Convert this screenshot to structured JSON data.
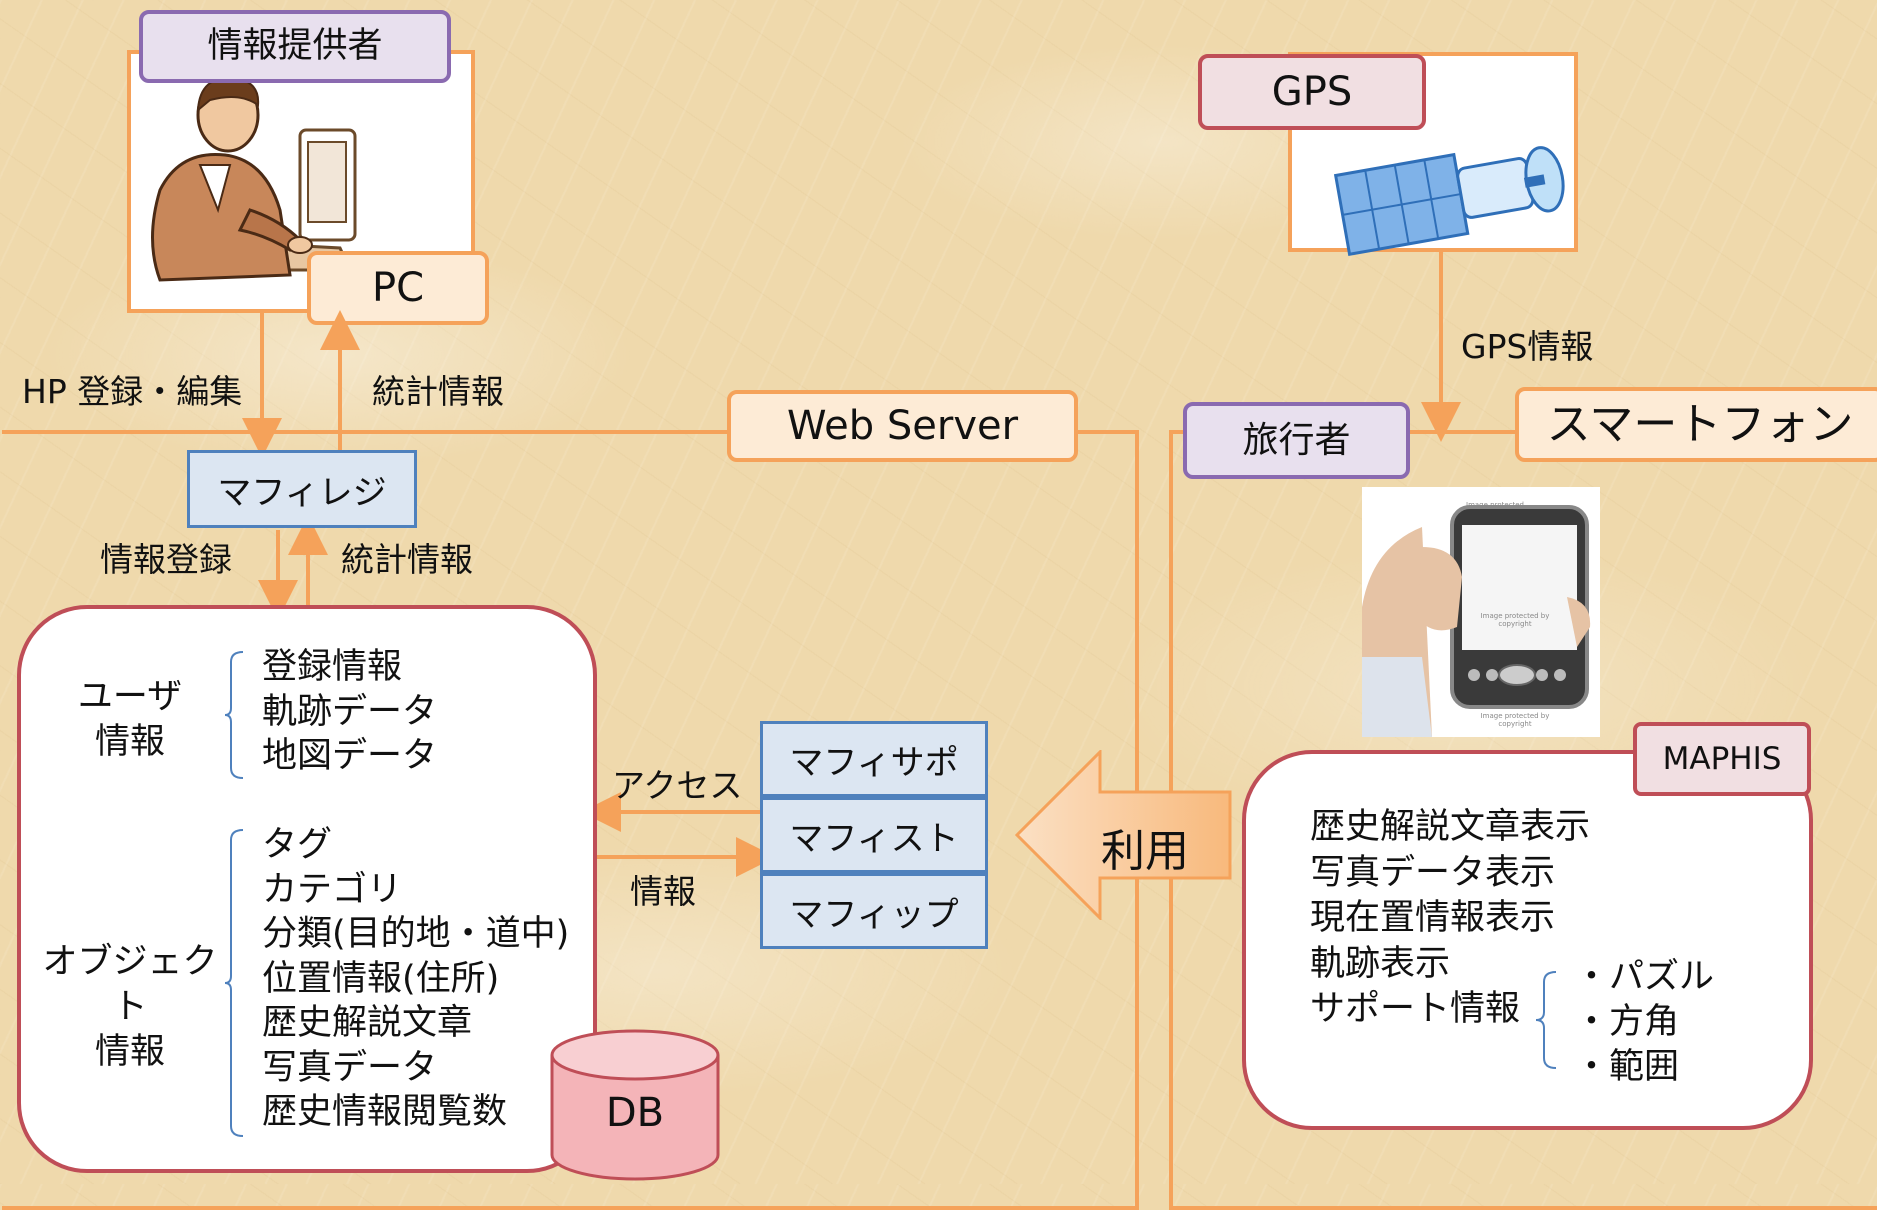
{
  "provider": {
    "title": "情報提供者",
    "pc": "PC"
  },
  "gps": {
    "title": "GPS",
    "info": "GPS情報"
  },
  "flows": {
    "hp_edit": "HP 登録・編集",
    "stats_top": "統計情報",
    "register": "情報登録",
    "stats_mid": "統計情報",
    "access": "アクセス",
    "info": "情報"
  },
  "web_server": {
    "title": "Web Server",
    "mafireji": "マフィレジ"
  },
  "db_panel": {
    "user_label": "ユーザ\n情報",
    "user_items": [
      "登録情報",
      "軌跡データ",
      "地図データ"
    ],
    "object_label": "オブジェクト\n情報",
    "object_items": [
      "タグ",
      "カテゴリ",
      "分類(目的地・道中)",
      "位置情報(住所)",
      "歴史解説文章",
      "写真データ",
      "歴史情報閲覧数"
    ],
    "db": "DB"
  },
  "modules": [
    "マフィサポ",
    "マフィスト",
    "マフィップ"
  ],
  "use_arrow": "利用",
  "smartphone": {
    "traveler": "旅行者",
    "title": "スマートフォン",
    "app": "MAPHIS",
    "features": [
      "歴史解説文章表示",
      "写真データ表示",
      "現在置情報表示",
      "軌跡表示",
      "サポート情報"
    ],
    "support_items": [
      "・パズル",
      "・方角",
      "・範囲"
    ],
    "screen_text": [
      "Image protected",
      "Image protected by copyright",
      "Image protected by copyright"
    ]
  },
  "colors": {
    "orange": "#f5a25a",
    "purple": "#8a6ab0",
    "red": "#bf4e57",
    "blue": "#4f81bd"
  }
}
